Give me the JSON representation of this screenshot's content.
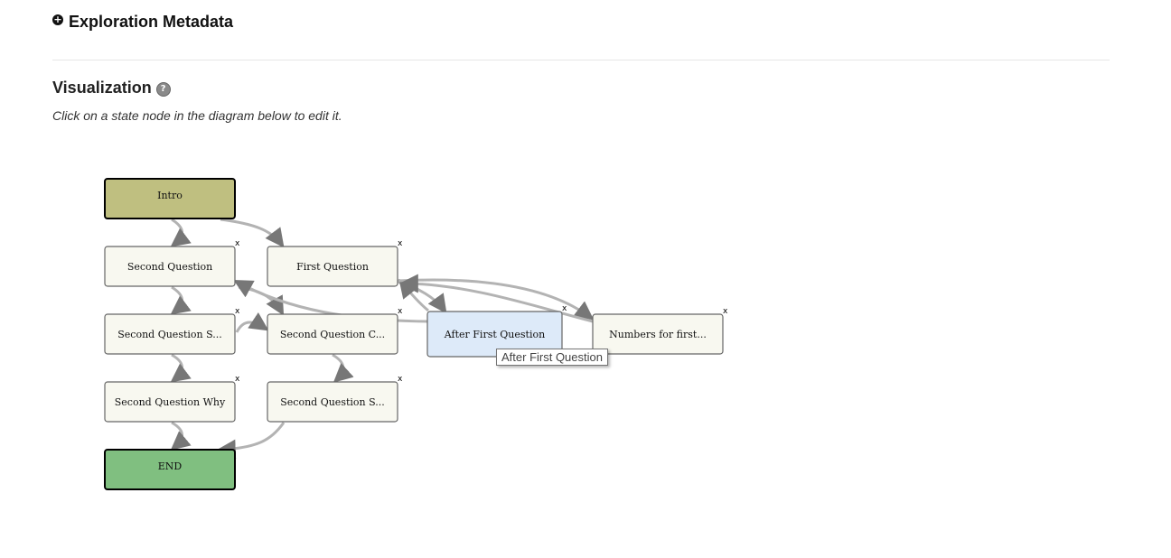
{
  "metadata": {
    "title": "Exploration Metadata",
    "toggle_icon": "plus-circle-icon"
  },
  "visualization": {
    "title": "Visualization",
    "help_icon": "question-circle-icon",
    "subtitle": "Click on a state node in the diagram below to edit it."
  },
  "colors": {
    "init_node": "#bfbf80",
    "end_node": "#80bf80",
    "default_node": "#f8f8f0",
    "highlighted_node": "#ddeaf9",
    "edge": "#b3b3b3",
    "arrowhead": "#777777"
  },
  "graph": {
    "nodes": [
      {
        "id": "intro",
        "label": "Intro",
        "type": "init",
        "deletable": false
      },
      {
        "id": "second_question",
        "label": "Second Question",
        "type": "default",
        "deletable": true
      },
      {
        "id": "first_question",
        "label": "First Question",
        "type": "default",
        "deletable": true
      },
      {
        "id": "second_question_s1",
        "label": "Second Question S...",
        "type": "default",
        "deletable": true
      },
      {
        "id": "second_question_c",
        "label": "Second Question C...",
        "type": "default",
        "deletable": true
      },
      {
        "id": "after_first_question",
        "label": "After First Question",
        "type": "highlighted",
        "deletable": true
      },
      {
        "id": "numbers_for_first",
        "label": "Numbers for first...",
        "type": "default",
        "deletable": true
      },
      {
        "id": "second_question_why",
        "label": "Second Question Why",
        "type": "default",
        "deletable": true
      },
      {
        "id": "second_question_s2",
        "label": "Second Question S...",
        "type": "default",
        "deletable": true
      },
      {
        "id": "end",
        "label": "END",
        "type": "end",
        "deletable": false
      }
    ],
    "delete_glyph": "x",
    "tooltip": "After First Question"
  }
}
